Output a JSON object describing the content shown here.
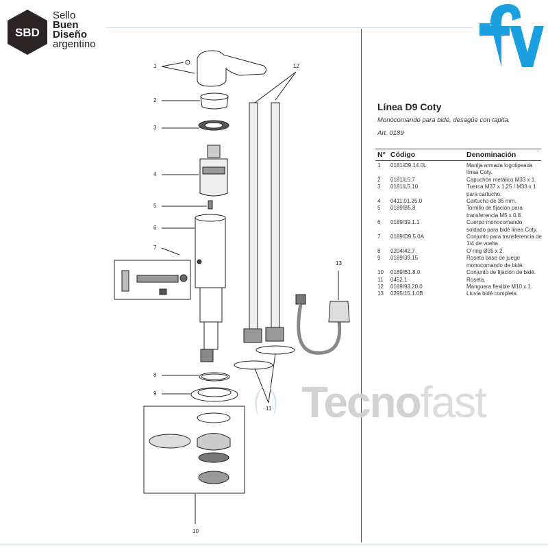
{
  "logos": {
    "sbd": {
      "mark": "SBD",
      "line1": "Sello",
      "line2": "Buen",
      "line3": "Diseño",
      "line4": "argentino"
    },
    "fv": "fv",
    "watermark": {
      "bold": "Tecno",
      "light": "fast"
    }
  },
  "colors": {
    "fv_blue": "#1a9fe0",
    "sbd_dark": "#2b2525",
    "watermark_gray": "#d2d2d2"
  },
  "product": {
    "title": "Línea D9 Coty",
    "subtitle": "Monocomando para bidé, desagüe con tapita.",
    "article": "Art. 0189"
  },
  "table": {
    "headers": {
      "num": "N°",
      "code": "Código",
      "name": "Denominación"
    },
    "rows": [
      {
        "num": "1",
        "code": "0181/D9.14.0L",
        "name": "Manija armada logotipeada línea Coty."
      },
      {
        "num": "2",
        "code": "0181/L5.7",
        "name": "Capuchón metálico M33 x 1."
      },
      {
        "num": "3",
        "code": "0181/L5.10",
        "name": "Tuerca M37 x 1,25 / M33 x 1 para cartucho."
      },
      {
        "num": "4",
        "code": "0411.01.25.0",
        "name": "Cartucho de 35 mm."
      },
      {
        "num": "5",
        "code": "0189/B5.8",
        "name": "Tornillo de fijación para transferencia M5 x 0.8."
      },
      {
        "num": "6",
        "code": "0189/39.1.1",
        "name": "Cuerpo monocomando soldado para bidé línea Coty."
      },
      {
        "num": "7",
        "code": "0189/D9.5.0A",
        "name": "Conjunto para transferencia de 1/4 de vuelta."
      },
      {
        "num": "8",
        "code": "0204/42.7",
        "name": "O´ring Ø35 x 2."
      },
      {
        "num": "9",
        "code": "0189/39.15",
        "name": "Roseta base de juego monocomando de bidé."
      },
      {
        "num": "10",
        "code": "0189/B1.8.0",
        "name": "Conjunto de fijación de bidé."
      },
      {
        "num": "11",
        "code": "0452.1",
        "name": "Roseta."
      },
      {
        "num": "12",
        "code": "0189/93.20.0",
        "name": "Manguera flexible M10 x 1."
      },
      {
        "num": "13",
        "code": "0295/15.1.0B",
        "name": "Lluvia bidé completa."
      }
    ]
  },
  "callouts": [
    "1",
    "2",
    "3",
    "4",
    "5",
    "6",
    "7",
    "8",
    "9",
    "10",
    "11",
    "12",
    "13"
  ]
}
